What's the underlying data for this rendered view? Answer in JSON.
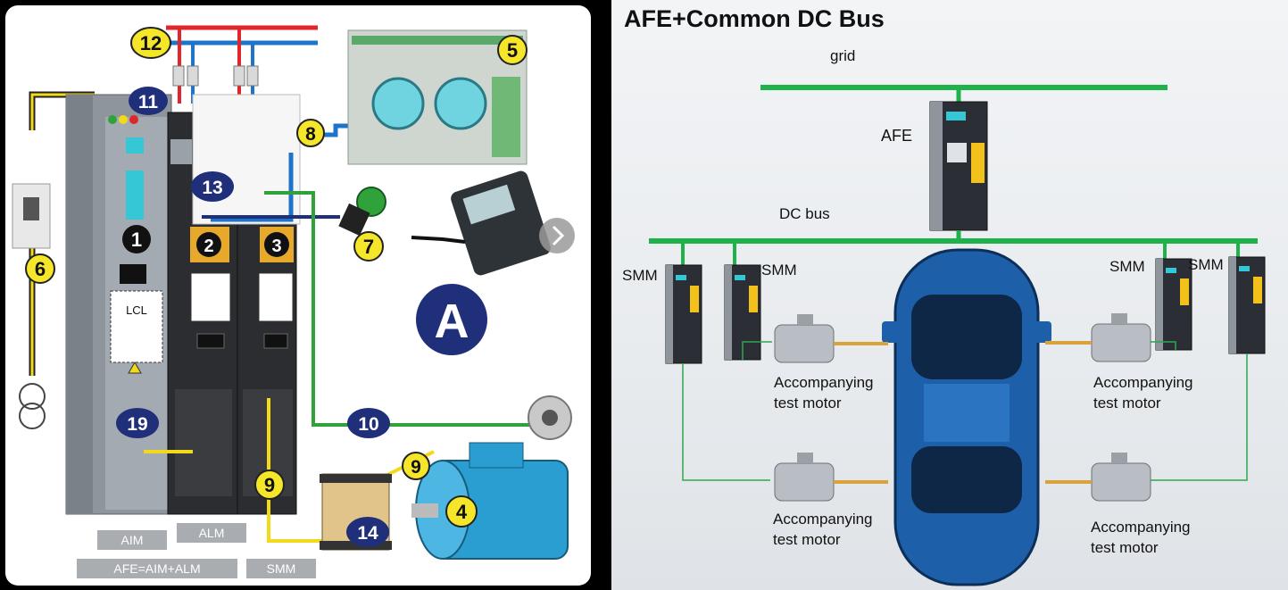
{
  "left_panel": {
    "markers": {
      "m1": "1",
      "m2": "2",
      "m3": "3",
      "m4": "4",
      "m5": "5",
      "m6": "6",
      "m7": "7",
      "m8": "8",
      "m9a": "9",
      "m9b": "9",
      "m10": "10",
      "m11": "11",
      "m12": "12",
      "m13": "13",
      "m14": "14",
      "m19": "19"
    },
    "big_letter": "A",
    "lcl_label": "LCL",
    "tags": {
      "aim": "AIM",
      "alm": "ALM",
      "afe": "AFE=AIM+ALM",
      "smm": "SMM"
    },
    "colors": {
      "marker_blue": "#1f2f7a",
      "marker_yellow": "#f5e62a",
      "cabinet": "#8e959c",
      "wire_yellow": "#f2d91a",
      "wire_green": "#2fa33a",
      "wire_blue": "#1d74c9",
      "wire_red": "#e0252b"
    }
  },
  "right_panel": {
    "title": "AFE+Common DC Bus",
    "grid_label": "grid",
    "afe_label": "AFE",
    "dcbus_label": "DC bus",
    "smm_labels": [
      "SMM",
      "SMM",
      "SMM",
      "SMM"
    ],
    "motor_label_line1": "Accompanying",
    "motor_label_line2": "test motor",
    "colors": {
      "bus_green": "#1fb24a",
      "car_blue": "#1d5fa8"
    }
  }
}
